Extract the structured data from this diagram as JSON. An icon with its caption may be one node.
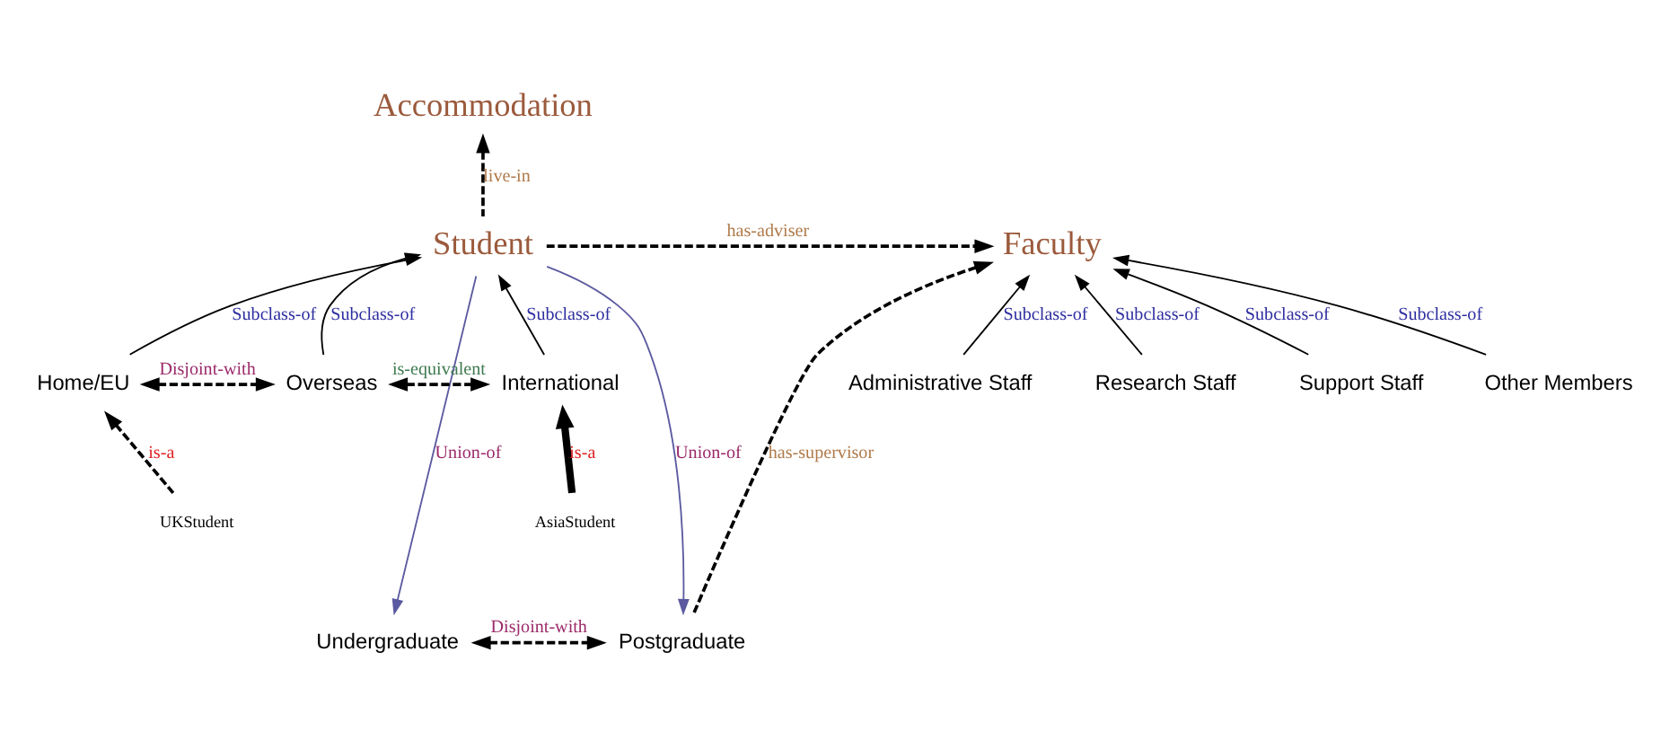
{
  "diagram": {
    "nodes": [
      {
        "text": [
          "Accommodation"
        ]
      },
      {
        "text": [
          "Student"
        ]
      },
      {
        "text": [
          "Faculty"
        ]
      },
      {
        "text": [
          "Home/EU"
        ]
      },
      {
        "text": [
          "Overseas"
        ]
      },
      {
        "text": [
          "International"
        ]
      },
      {
        "text": [
          "UKStudent"
        ]
      },
      {
        "text": [
          "AsiaStudent"
        ]
      },
      {
        "text": [
          "Undergraduate"
        ]
      },
      {
        "text": [
          "Postgraduate"
        ]
      },
      {
        "text": [
          "Administrative Staff"
        ]
      },
      {
        "text": [
          "Research Staff"
        ]
      },
      {
        "text": [
          "Support Staff"
        ]
      },
      {
        "text": [
          "Other Members"
        ]
      }
    ],
    "edges": [
      {
        "from": 1,
        "to": 0,
        "arrow": "to",
        "label": "live-in",
        "style": "dashed"
      },
      {
        "from": 1,
        "to": 2,
        "arrow": "to",
        "label": "has-adviser",
        "style": "dashed"
      },
      {
        "from": 3,
        "to": 1,
        "arrow": "to",
        "label": "Subclass-of"
      },
      {
        "from": 4,
        "to": 1,
        "arrow": "to",
        "label": "Subclass-of"
      },
      {
        "from": 5,
        "to": 1,
        "arrow": "to",
        "label": "Subclass-of"
      },
      {
        "from": 3,
        "to": 4,
        "arrow": "both",
        "label": "Disjoint-with",
        "style": "dashed"
      },
      {
        "from": 4,
        "to": 5,
        "arrow": "both",
        "label": "is-equivalent",
        "style": "dashed"
      },
      {
        "from": 6,
        "to": 3,
        "arrow": "to",
        "label": "is-a",
        "style": "dashed"
      },
      {
        "from": 7,
        "to": 5,
        "arrow": "to",
        "label": "is-a",
        "style": "thick"
      },
      {
        "from": 1,
        "to": 8,
        "arrow": "to",
        "label": "Union-of",
        "color": "#5b5aa0"
      },
      {
        "from": 1,
        "to": 9,
        "arrow": "to",
        "label": "Union-of",
        "color": "#5b5aa0"
      },
      {
        "from": 8,
        "to": 9,
        "arrow": "both",
        "label": "Disjoint-with",
        "style": "dashed"
      },
      {
        "from": 9,
        "to": 2,
        "arrow": "to",
        "label": "has-supervisor",
        "style": "dashed"
      },
      {
        "from": 10,
        "to": 2,
        "arrow": "to",
        "label": "Subclass-of"
      },
      {
        "from": 11,
        "to": 2,
        "arrow": "to",
        "label": "Subclass-of"
      },
      {
        "from": 12,
        "to": 2,
        "arrow": "to",
        "label": "Subclass-of"
      },
      {
        "from": 13,
        "to": 2,
        "arrow": "to",
        "label": "Subclass-of"
      }
    ]
  }
}
